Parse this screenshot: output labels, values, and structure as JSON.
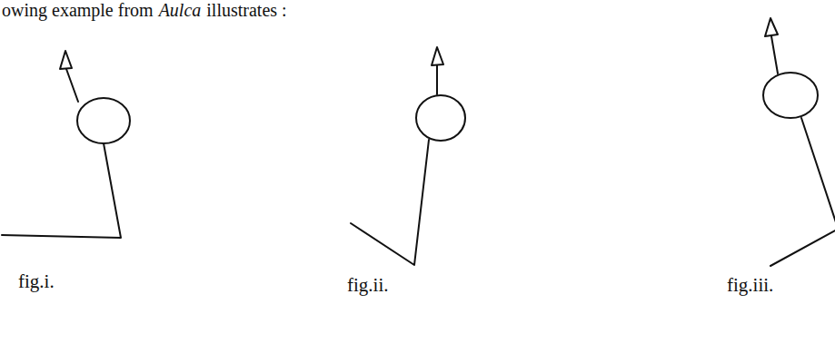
{
  "diagram": {
    "labels": [
      "owing example from",
      "Aulca",
      "illustrates :",
      "fig.i.",
      "fig.ii.",
      "fig.iii."
    ]
  }
}
